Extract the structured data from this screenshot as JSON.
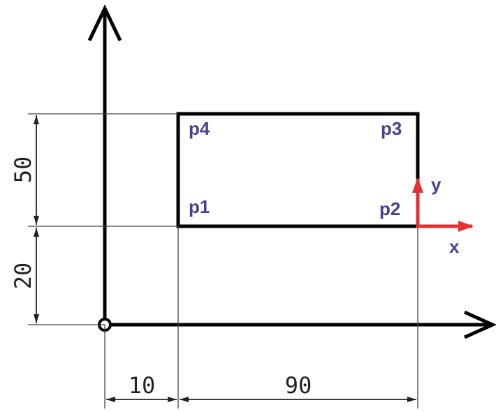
{
  "colors": {
    "geometry": "#000000",
    "dimension": "#222222",
    "label": "#4b3f8f",
    "frame_axes": "#e53030"
  },
  "points": {
    "p1": "p1",
    "p2": "p2",
    "p3": "p3",
    "p4": "p4"
  },
  "frame_axes": {
    "x": "x",
    "y": "y"
  },
  "dimensions": {
    "height_top": "50",
    "height_bottom": "20",
    "offset_left": "10",
    "width": "90"
  }
}
